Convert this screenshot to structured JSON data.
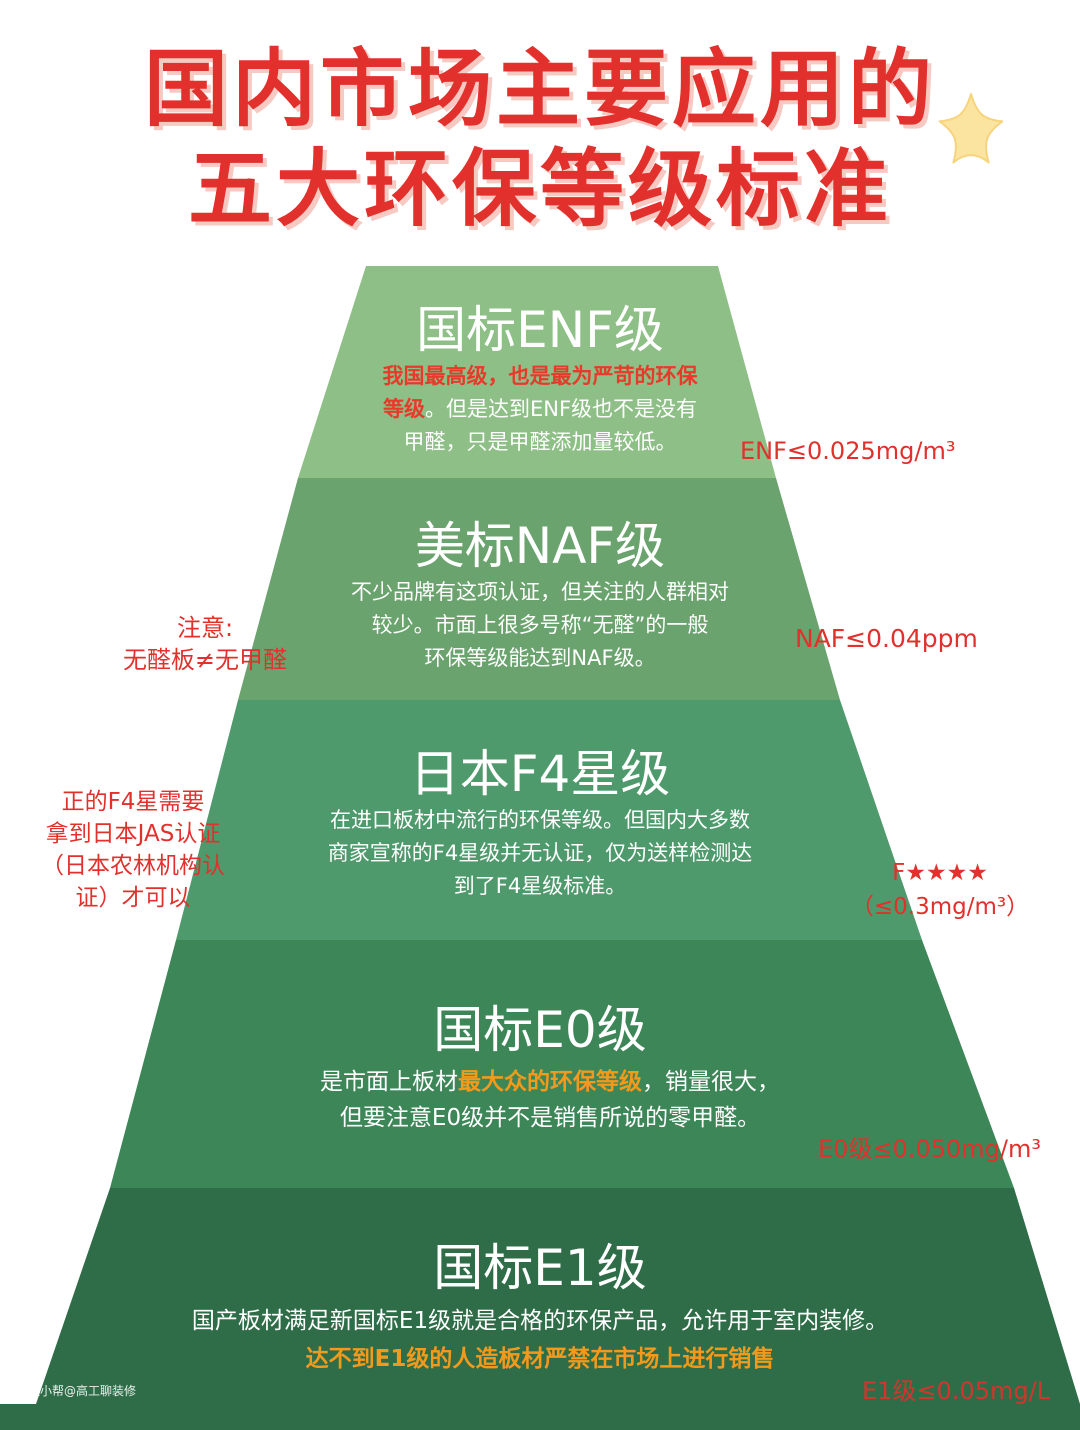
{
  "title": {
    "line1": "国内市场主要应用的",
    "line2": "五大环保等级标准"
  },
  "tiers": [
    {
      "title": "国标ENF级",
      "desc_red": "我国最高级，也是最为严苛的环保",
      "desc_line2_red": "等级",
      "desc_line2_rest": "。但是达到ENF级也不是没有",
      "desc_line3": "甲醛，只是甲醛添加量较低。",
      "standard": "ENF≤0.025mg/m³",
      "color": "#8dbf86"
    },
    {
      "title": "美标NAF级",
      "desc_line1": "不少品牌有这项认证，但关注的人群相对",
      "desc_line2": "较少。市面上很多号称“无醛”的一般",
      "desc_line3": "环保等级能达到NAF级。",
      "standard": "NAF≤0.04ppm",
      "color": "#6aa36d"
    },
    {
      "title": "日本F4星级",
      "desc_line1": "在进口板材中流行的环保等级。但国内大多数",
      "desc_line2": "商家宣称的F4星级并无认证，仅为送样检测达",
      "desc_line3": "到了F4星级标准。",
      "standard_line1": "F★★★★",
      "standard_line2": "（≤0.3mg/m³）",
      "color": "#4f9a6c"
    },
    {
      "title": "国标E0级",
      "desc_line1_pre": "是市面上板材",
      "desc_line1_hl": "最大众的环保等级",
      "desc_line1_post": "，销量很大，",
      "desc_line2": "但要注意E0级并不是销售所说的零甲醛。",
      "standard": "E0级≤0.050mg/m³",
      "color": "#3d8658"
    },
    {
      "title": "国标E1级",
      "desc_line1": "国产板材满足新国标E1级就是合格的环保产品，允许用于室内装修。",
      "desc_line2": "达不到E1级的人造板材严禁在市场上进行销售",
      "standard": "E1级≤0.05mg/L",
      "color": "#2f6d48"
    }
  ],
  "notes": {
    "naf_line1": "注意:",
    "naf_line2": "无醛板≠无甲醛",
    "f4_line1": "正的F4星需要",
    "f4_line2": "拿到日本JAS认证",
    "f4_line3": "（日本农林机构认",
    "f4_line4": "证）才可以"
  },
  "watermark": "住小帮@高工聊装修",
  "colors": {
    "title_red": "#e2302c",
    "standard_red": "#e2302c",
    "highlight_orange": "#f39a1c",
    "star_yellow": "#fbe3a0"
  }
}
